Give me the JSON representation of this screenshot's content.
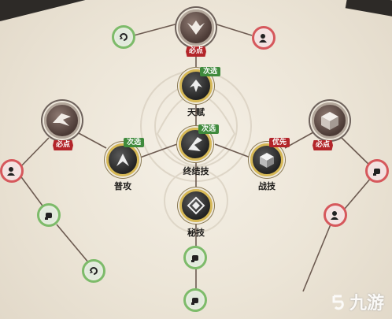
{
  "labels": {
    "talent": "天赋",
    "finisher": "终结技",
    "normal_attack": "普攻",
    "battle_skill": "战技",
    "secret_skill": "秘技"
  },
  "banners": {
    "must": "必点"
  },
  "badges": {
    "secondary": "次选",
    "priority": "优先"
  },
  "watermark": {
    "text": "九游"
  },
  "colors": {
    "must_red": "#b3252a",
    "green_ring": "#7dbb6a",
    "red_ring": "#d6585c",
    "gold_ring": "#d7b956"
  }
}
